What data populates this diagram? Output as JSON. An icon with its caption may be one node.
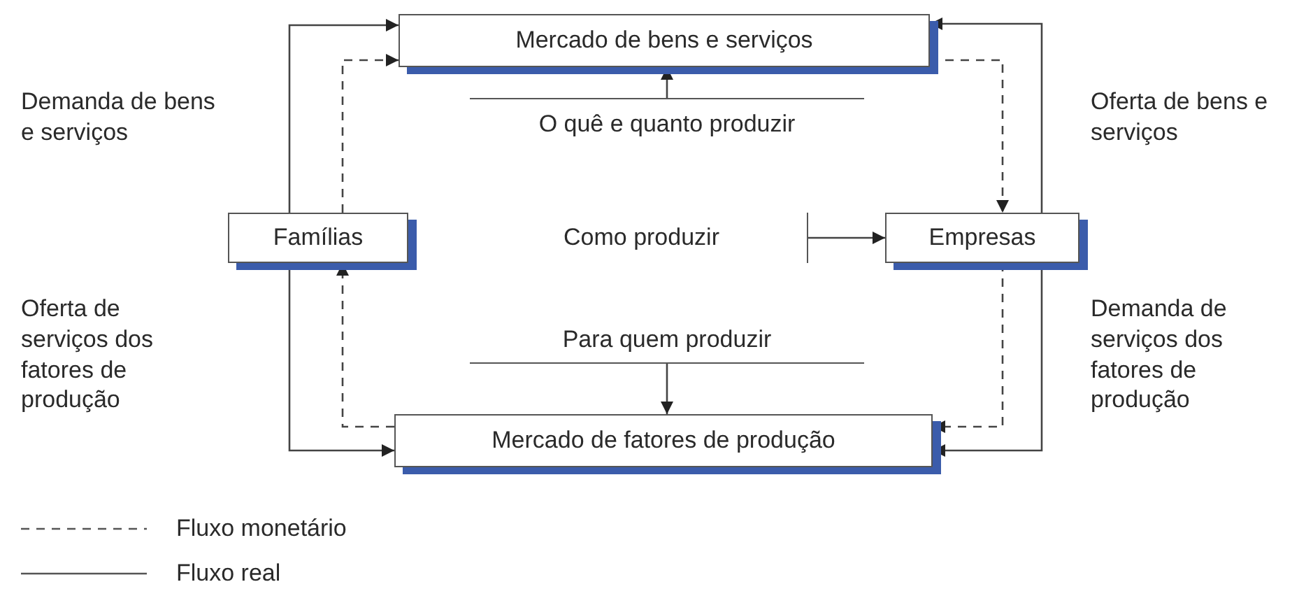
{
  "diagram": {
    "nodes": [
      {
        "text": [
          "Mercado de bens e serviços"
        ]
      },
      {
        "text": [
          "Famílias"
        ]
      },
      {
        "text": [
          "Empresas"
        ]
      },
      {
        "text": [
          "Mercado de fatores de produção"
        ]
      },
      {
        "text": [
          "O quê e quanto produzir"
        ]
      },
      {
        "text": [
          "Como produzir"
        ]
      },
      {
        "text": [
          "Para quem produzir"
        ]
      }
    ],
    "edges": [
      {
        "from": 1,
        "to": 0,
        "arrow": "to"
      },
      {
        "from": 1,
        "to": 0,
        "arrow": "to",
        "style": "dashed"
      },
      {
        "from": 2,
        "to": 0,
        "arrow": "to"
      },
      {
        "from": 0,
        "to": 2,
        "arrow": "to",
        "style": "dashed"
      },
      {
        "from": 3,
        "to": 1,
        "arrow": "to",
        "style": "dashed"
      },
      {
        "from": 1,
        "to": 3,
        "arrow": "to"
      },
      {
        "from": 2,
        "to": 3,
        "arrow": "to",
        "style": "dashed"
      },
      {
        "from": 2,
        "to": 3,
        "arrow": "to"
      },
      {
        "from": 4,
        "to": 0,
        "arrow": "to"
      },
      {
        "from": 5,
        "to": 2,
        "arrow": "to"
      },
      {
        "from": 6,
        "to": 3,
        "arrow": "to"
      }
    ],
    "labels": [
      "Demanda de bens e serviços",
      "Oferta de bens e serviços",
      "Oferta de serviços dos fatores de produção",
      "Demanda de serviços dos fatores de produção"
    ],
    "legend": [
      {
        "text": "Fluxo monetário"
      },
      {
        "text": "Fluxo real"
      }
    ]
  }
}
